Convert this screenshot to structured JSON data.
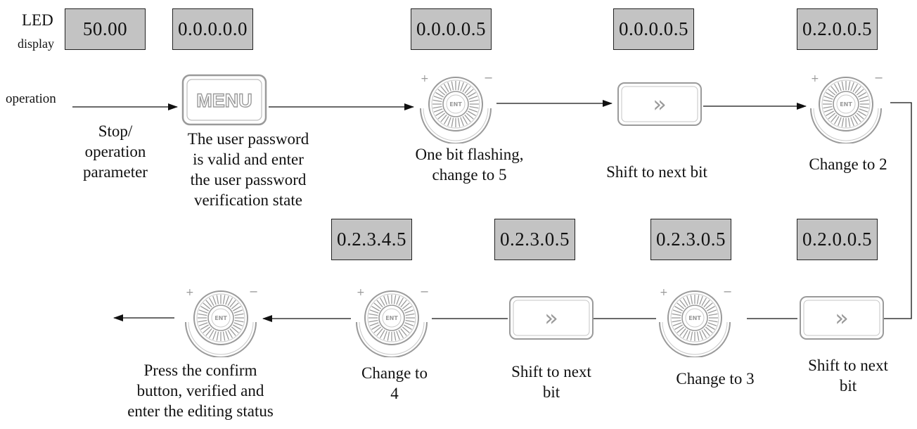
{
  "header": {
    "led_label_line1": "LED",
    "led_label_line2": "display",
    "operation_label": "operation"
  },
  "led_displays": {
    "d1": "50.00",
    "d2": "0.0.0.0.0",
    "d3": "0.0.0.0.5",
    "d4": "0.0.0.0.5",
    "d5": "0.2.0.0.5",
    "d6": "0.2.0.0.5",
    "d7": "0.2.3.0.5",
    "d8": "0.2.3.0.5",
    "d9": "0.2.3.4.5"
  },
  "controls": {
    "menu_button_text": "MENU",
    "shift_button_text": "»",
    "knob_center_text": "ENT"
  },
  "steps": {
    "s1": [
      "Stop/",
      "operation",
      "parameter"
    ],
    "s2": [
      "The user password",
      "is valid and enter",
      "the user password",
      "verification state"
    ],
    "s3": [
      "One bit flashing,",
      "change to 5"
    ],
    "s4": [
      "Shift to next bit"
    ],
    "s5": [
      "Change to 2"
    ],
    "s6": [
      "Shift to next",
      "bit"
    ],
    "s7": [
      "Change to 3"
    ],
    "s8": [
      "Shift to next",
      "bit"
    ],
    "s9": [
      "Change to",
      "4"
    ],
    "s10": [
      "Press the confirm",
      "button, verified and",
      "enter the editing status"
    ]
  },
  "colors": {
    "led_fill": "#c3c3c3",
    "control_stroke": "#9a9a9a",
    "wire": "#111111"
  }
}
